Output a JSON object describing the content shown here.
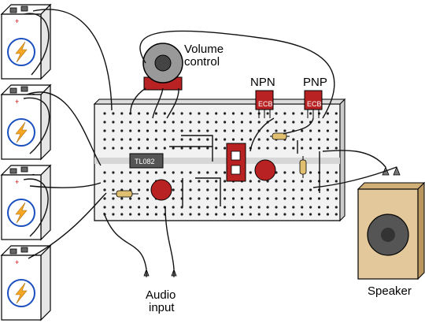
{
  "labels": {
    "volume_line1": "Volume",
    "volume_line2": "control",
    "npn": "NPN",
    "pnp": "PNP",
    "audio_line1": "Audio",
    "audio_line2": "input",
    "speaker": "Speaker",
    "ic_part": "TL082",
    "transistor_pins": "ECB"
  },
  "battery": {
    "count": 4,
    "minus_symbol": "-",
    "plus_symbol": "+",
    "icon": "lightning-bolt-icon"
  },
  "colors": {
    "battery_body": "#ffffff",
    "bolt": "#f5a623",
    "bolt_ring": "#1a4fbf",
    "board": "#eeeeee",
    "component_red": "#b82222",
    "speaker_box": "#e2c89a",
    "speaker_cone": "#555555",
    "pot_knob": "#999999"
  }
}
